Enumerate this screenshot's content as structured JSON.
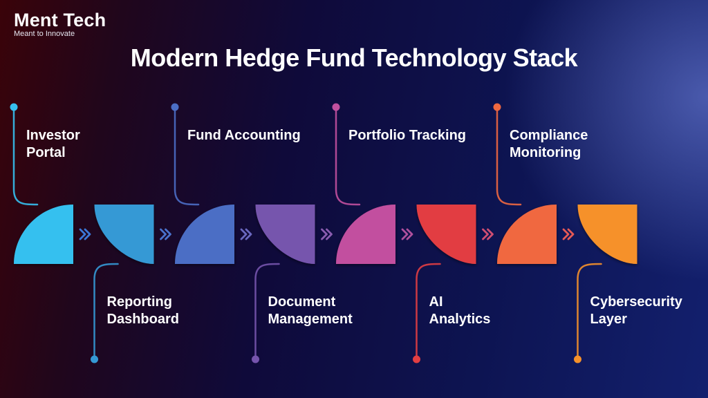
{
  "brand": {
    "name": "Ment Tech",
    "tagline": "Meant to Innovate"
  },
  "title": "Modern Hedge Fund Technology Stack",
  "steps": [
    {
      "label": "Investor\nPortal",
      "position": "top",
      "color": "#36c0ef"
    },
    {
      "label": "Reporting\nDashboard",
      "position": "bottom",
      "color": "#3599d5"
    },
    {
      "label": "Fund Accounting",
      "position": "top",
      "color": "#4b6ec5"
    },
    {
      "label": "Document\nManagement",
      "position": "bottom",
      "color": "#7654ad"
    },
    {
      "label": "Portfolio Tracking",
      "position": "top",
      "color": "#c2509f"
    },
    {
      "label": "AI\nAnalytics",
      "position": "bottom",
      "color": "#e23e42"
    },
    {
      "label": "Compliance\nMonitoring",
      "position": "top",
      "color": "#f06840"
    },
    {
      "label": "Cybersecurity\nLayer",
      "position": "bottom",
      "color": "#f6912a"
    }
  ],
  "arrow_colors": [
    "#3b78d8",
    "#4a72cc",
    "#6a68c0",
    "#8a5cb0",
    "#b0509e",
    "#d04e72",
    "#e65a55"
  ]
}
